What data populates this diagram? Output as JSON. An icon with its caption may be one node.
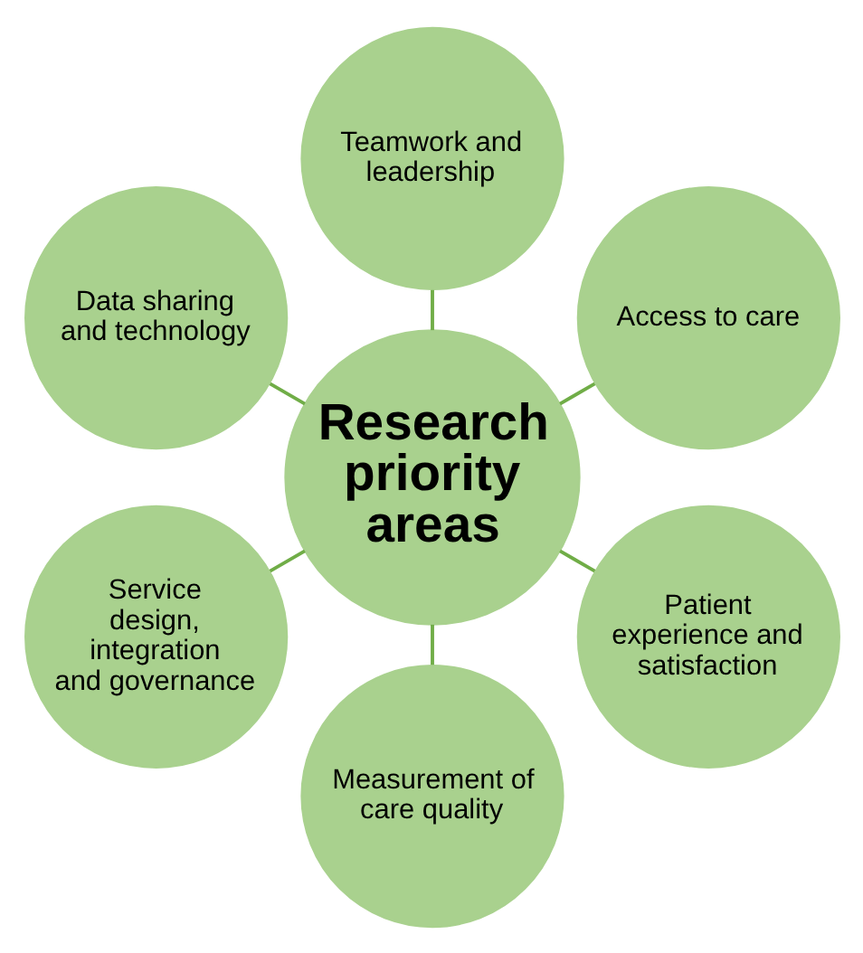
{
  "diagram": {
    "nodes": [
      {
        "text": [
          "Access to care"
        ]
      },
      {
        "text": [
          "Teamwork and leadership"
        ]
      },
      {
        "text": [
          "Data sharing and technology"
        ]
      },
      {
        "text": [
          "Research priority areas"
        ]
      },
      {
        "text": [
          "Service design, integration and governance"
        ]
      },
      {
        "text": [
          "Measurement of care quality"
        ]
      },
      {
        "text": [
          "Patient experience and satisfaction"
        ]
      }
    ],
    "edges": [
      {
        "from": 3,
        "to": 0,
        "arrow": "none"
      },
      {
        "from": 3,
        "to": 2,
        "arrow": "none"
      },
      {
        "from": 3,
        "to": 5,
        "arrow": "none"
      },
      {
        "from": 3,
        "to": 6,
        "arrow": "none"
      },
      {
        "from": 3,
        "to": 4,
        "arrow": "none"
      },
      {
        "from": 3,
        "to": 1,
        "arrow": "none"
      }
    ]
  }
}
